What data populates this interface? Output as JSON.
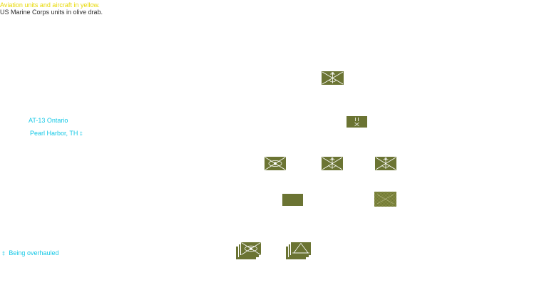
{
  "legend": {
    "aviation_note": "Aviation units and aircraft in yellow.",
    "marine_note": "US Marine Corps units in olive drab."
  },
  "unit_info": {
    "name": "AT-13 Ontario",
    "location": "Pearl Harbor, TH",
    "location_marker": "‡"
  },
  "footnote": {
    "marker": "‡",
    "text": "Being overhauled"
  },
  "colors": {
    "olive": "#6b7433",
    "aviation_yellow": "#e8d800",
    "info_cyan": "#14c8e6"
  },
  "symbols": [
    {
      "icon": "amphibian-corps-symbol"
    },
    {
      "icon": "corps-hq-symbol"
    },
    {
      "icon": "reconnaissance-symbol"
    },
    {
      "icon": "amphibian-division-symbol"
    },
    {
      "icon": "amphibian-brigade-symbol"
    },
    {
      "icon": "unit-block-symbol"
    },
    {
      "icon": "transport-ship-symbol"
    },
    {
      "icon": "reconnaissance-group-symbol"
    },
    {
      "icon": "artillery-group-symbol"
    }
  ]
}
